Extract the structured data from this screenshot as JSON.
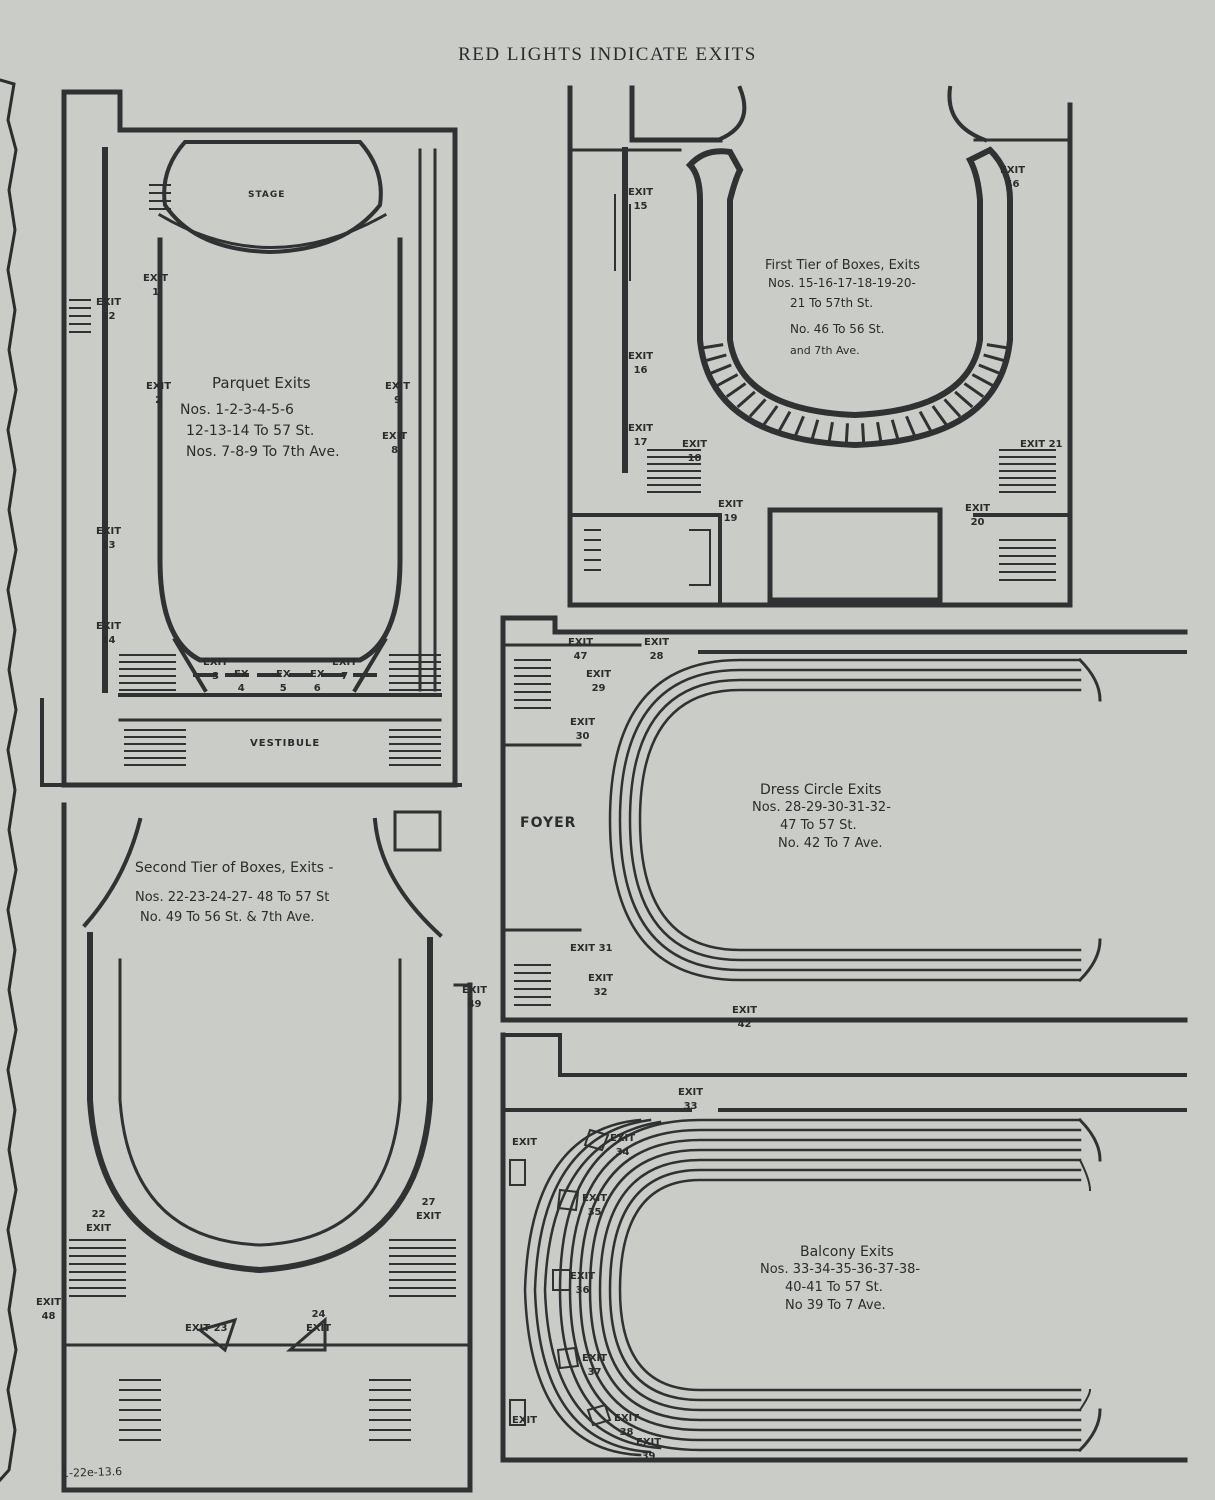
{
  "heading": "RED LIGHTS INDICATE EXITS",
  "colors": {
    "paper": "#c9ccc7",
    "ink": "#2b2d2d",
    "edge": "#3a3d3e"
  },
  "panels": {
    "parquet": {
      "stage": "STAGE",
      "vestibule": "VESTIBULE",
      "title": "Parquet Exits",
      "lines": [
        "Nos. 1-2-3-4-5-6",
        "12-13-14 To 57 St.",
        "Nos. 7-8-9 To 7th Ave."
      ],
      "exits": [
        {
          "label": "EXIT",
          "num": "1"
        },
        {
          "label": "EXIT",
          "num": "2"
        },
        {
          "label": "EXIT",
          "num": "9"
        },
        {
          "label": "EXIT",
          "num": "8"
        },
        {
          "label": "EXIT",
          "num": "12"
        },
        {
          "label": "EXIT",
          "num": "13"
        },
        {
          "label": "EXIT",
          "num": "14"
        },
        {
          "label": "EXIT",
          "num": "3"
        },
        {
          "label": "EX",
          "num": "4"
        },
        {
          "label": "EX",
          "num": "5"
        },
        {
          "label": "EX",
          "num": "6"
        },
        {
          "label": "EXIT",
          "num": "7"
        }
      ]
    },
    "first_tier": {
      "title": "First Tier of Boxes, Exits",
      "lines": [
        "Nos. 15-16-17-18-19-20-",
        "21 To 57th St.",
        "No. 46 To 56 St.",
        "and 7th Ave."
      ],
      "exits": [
        {
          "label": "EXIT",
          "num": "15"
        },
        {
          "label": "EXIT",
          "num": "16"
        },
        {
          "label": "EXIT",
          "num": "17"
        },
        {
          "label": "EXIT",
          "num": "18"
        },
        {
          "label": "EXIT",
          "num": "19"
        },
        {
          "label": "EXIT",
          "num": "20"
        },
        {
          "label": "EXIT",
          "num": "21"
        },
        {
          "label": "EXIT",
          "num": "46"
        }
      ]
    },
    "dress_circle": {
      "foyer": "FOYER",
      "title": "Dress Circle Exits",
      "lines": [
        "Nos. 28-29-30-31-32-",
        "47 To 57 St.",
        "No. 42 To 7 Ave."
      ],
      "exits": [
        {
          "label": "EXIT",
          "num": "47"
        },
        {
          "label": "EXIT",
          "num": "28"
        },
        {
          "label": "EXIT",
          "num": "29"
        },
        {
          "label": "EXIT",
          "num": "30"
        },
        {
          "label": "EXIT",
          "num": "31"
        },
        {
          "label": "EXIT",
          "num": "32"
        },
        {
          "label": "EXIT",
          "num": "42"
        }
      ]
    },
    "second_tier": {
      "title": "Second Tier of Boxes, Exits -",
      "lines": [
        "Nos. 22-23-24-27- 48 To 57 St",
        "No. 49 To 56 St. & 7th Ave."
      ],
      "exits": [
        {
          "label": "EXIT",
          "num": "49"
        },
        {
          "label": "EXIT",
          "num": "22"
        },
        {
          "label": "EXIT",
          "num": "27"
        },
        {
          "label": "EXIT",
          "num": "48"
        },
        {
          "label": "EXIT",
          "num": "23"
        },
        {
          "label": "EXIT",
          "num": "24"
        }
      ]
    },
    "balcony": {
      "title": "Balcony Exits",
      "lines": [
        "Nos. 33-34-35-36-37-38-",
        "40-41 To 57 St.",
        "No 39 To 7 Ave."
      ],
      "exits": [
        {
          "label": "EXIT",
          "num": "33"
        },
        {
          "label": "EXIT",
          "num": "34"
        },
        {
          "label": "EXIT",
          "num": "35"
        },
        {
          "label": "EXIT",
          "num": "36"
        },
        {
          "label": "EXIT",
          "num": "37"
        },
        {
          "label": "EXIT",
          "num": "38"
        },
        {
          "label": "EXIT",
          "num": "39"
        },
        {
          "label": "EXIT",
          "num": ""
        },
        {
          "label": "EXIT",
          "num": ""
        }
      ]
    }
  },
  "archive_note": "1-22e-13.6"
}
